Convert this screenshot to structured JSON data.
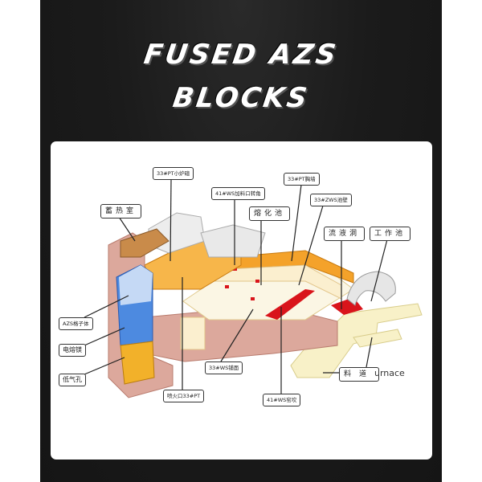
{
  "title": {
    "line1": "FUSED AZS",
    "line2": "BLOCKS"
  },
  "diagram": {
    "labels": {
      "crown_small_furnace": "33#PT小炉碹",
      "regenerator": "蓄热室",
      "feed_corner": "41#WS加料口转角",
      "melting_tank": "熔化池",
      "breast_wall": "33#PT胸墙",
      "tank_wall": "33#ZWS池壁",
      "throat": "流液洞",
      "working_end": "工作池",
      "checker": "AZS格子体",
      "fused_magnesia": "电熔镁",
      "low_porosity": "低气孔",
      "paving": "33#WS铺面",
      "port": "喷火口33#PT",
      "weir": "41#WS窑坎",
      "forehearth": "料道"
    },
    "partial_text": "urnace"
  },
  "colors": {
    "background": "#1b1b1b",
    "card": "#ffffff",
    "azs_orange": "#f5a623",
    "red_block": "#d9141b",
    "brick": "#d9a59a",
    "checker_blue": "#3f7fd8"
  }
}
